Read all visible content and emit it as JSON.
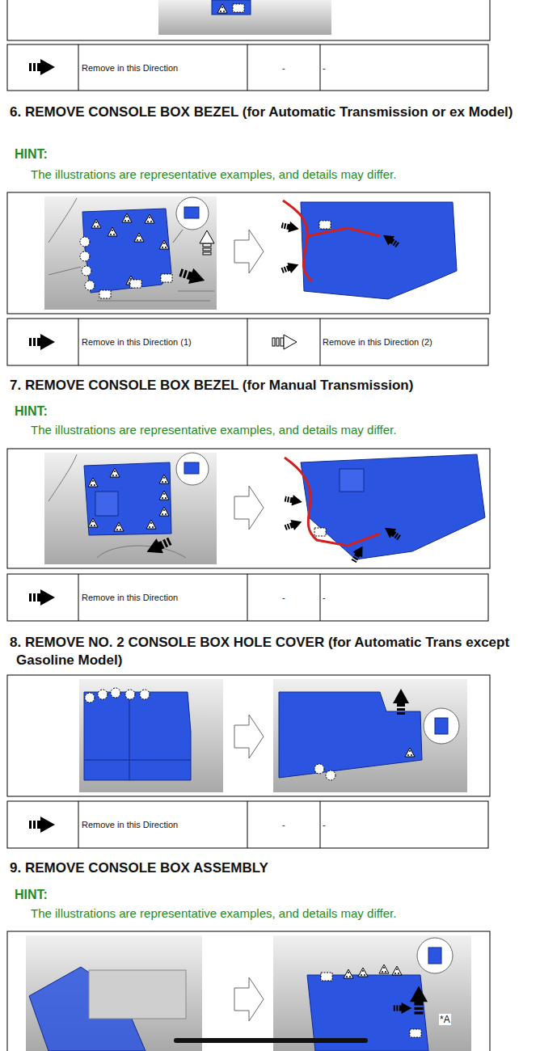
{
  "diagram": {
    "labels": [
      "Remove in this Direction",
      "-",
      "-",
      "6. REMOVE CONSOLE BOX BEZEL (for Automatic Transmission or ex Model)",
      "HINT:",
      "The illustrations are representative examples, and details may differ.",
      "Remove in this Direction (1)",
      "Remove in this Direction (2)",
      "7. REMOVE CONSOLE BOX BEZEL (for Manual Transmission)",
      "HINT:",
      "The illustrations are representative examples, and details may differ.",
      "Remove in this Direction",
      "-",
      "-",
      "8. REMOVE NO. 2 CONSOLE BOX HOLE COVER (for Automatic Trans except Gasoline Model)",
      "Remove in this Direction",
      "-",
      "-",
      "9. REMOVE CONSOLE BOX ASSEMBLY",
      "HINT:",
      "The illustrations are representative examples, and details may differ.",
      "*A"
    ]
  }
}
